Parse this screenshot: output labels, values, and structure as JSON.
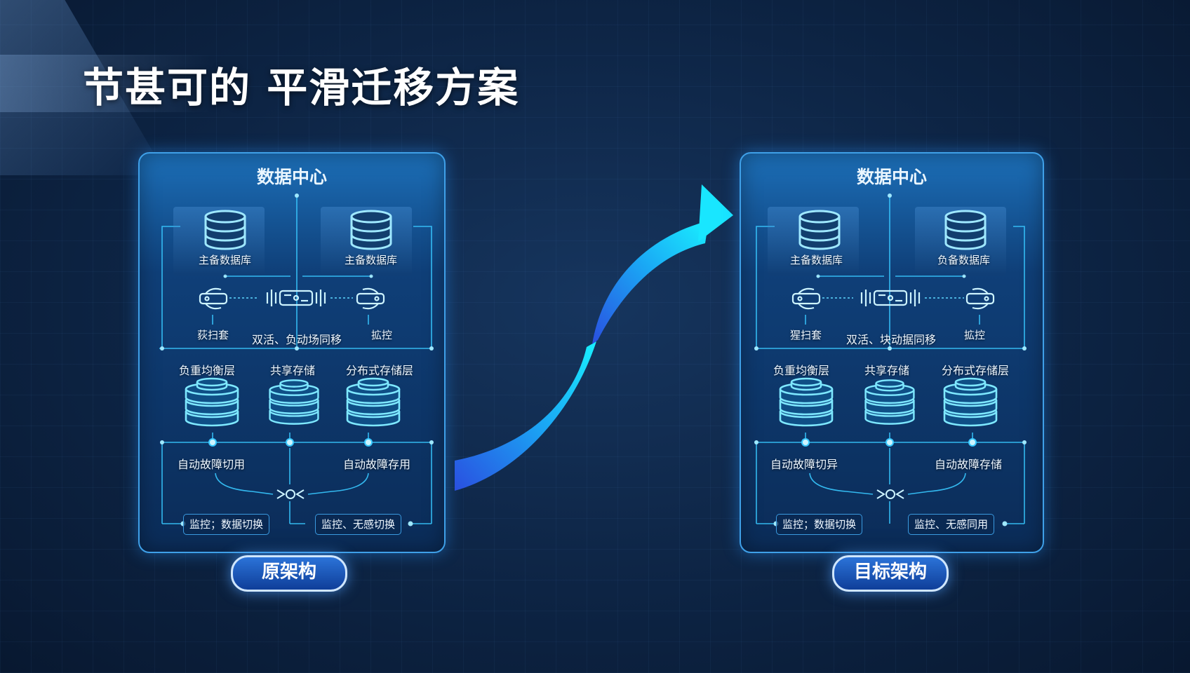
{
  "title": "节甚可的 平滑迁移方案",
  "left": {
    "header": "数据中心",
    "db_a": "主备数据库",
    "db_b": "主备数据库",
    "ctrl_left": "荻扫套",
    "ctrl_mid": "双活、负动场同移",
    "ctrl_right": "拡控",
    "tier_a": "负重均衡层",
    "tier_b": "共享存储",
    "tier_c": "分布式存储层",
    "failover_a": "自动故障切用",
    "failover_b": "自动故障存用",
    "tag_a": "监控；数据切换",
    "tag_b": "监控、无感切换",
    "caption": "原架构"
  },
  "right": {
    "header": "数据中心",
    "db_a": "主备数据库",
    "db_b": "负备数据库",
    "ctrl_left": "猩扫套",
    "ctrl_mid": "双活、块动据同移",
    "ctrl_right": "拡控",
    "tier_a": "负重均衡层",
    "tier_b": "共享存储",
    "tier_c": "分布式存储层",
    "failover_a": "自动故障切异",
    "failover_b": "自动故障存储",
    "tag_a": "监控；数据切换",
    "tag_b": "监控、无感同用",
    "caption": "目标架构"
  },
  "colors": {
    "panel_border": "#3fa0e8",
    "line": "#38c8ff",
    "arrow_start": "#2a4fe0",
    "arrow_end": "#19f0ff"
  }
}
